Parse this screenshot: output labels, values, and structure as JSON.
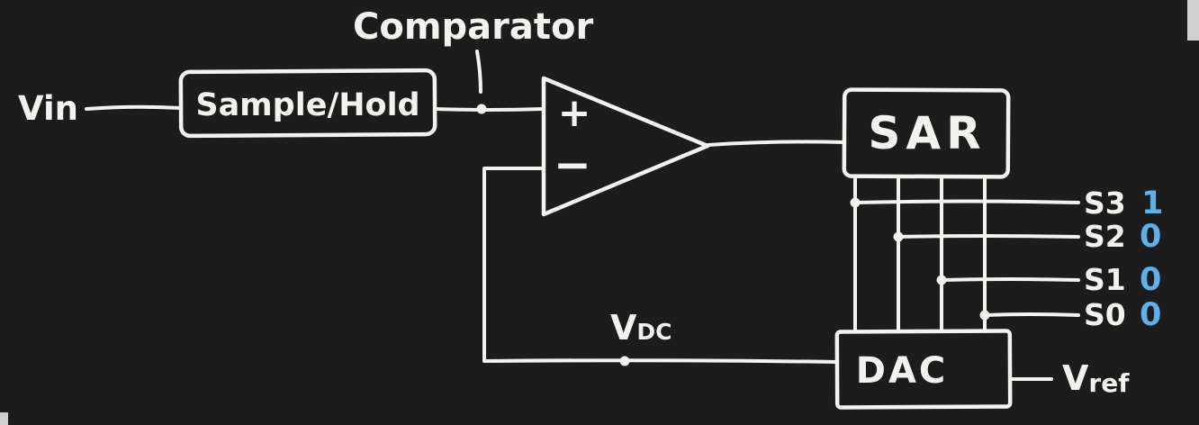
{
  "diagram": {
    "colors": {
      "background": "#1c1c1c",
      "stroke": "#f2f2ee",
      "bit": "#5fb0e8"
    },
    "labels": {
      "vin": "Vin",
      "sample_hold": "Sample/Hold",
      "comparator": "Comparator",
      "comparator_plus": "+",
      "comparator_minus": "−",
      "sar": "SAR",
      "dac": "DAC",
      "vdc_main": "V",
      "vdc_sub": "DC",
      "vref_main": "V",
      "vref_sub": "ref"
    },
    "outputs": [
      {
        "label": "S3",
        "bit": "1"
      },
      {
        "label": "S2",
        "bit": "0"
      },
      {
        "label": "S1",
        "bit": "0"
      },
      {
        "label": "S0",
        "bit": "0"
      }
    ]
  }
}
